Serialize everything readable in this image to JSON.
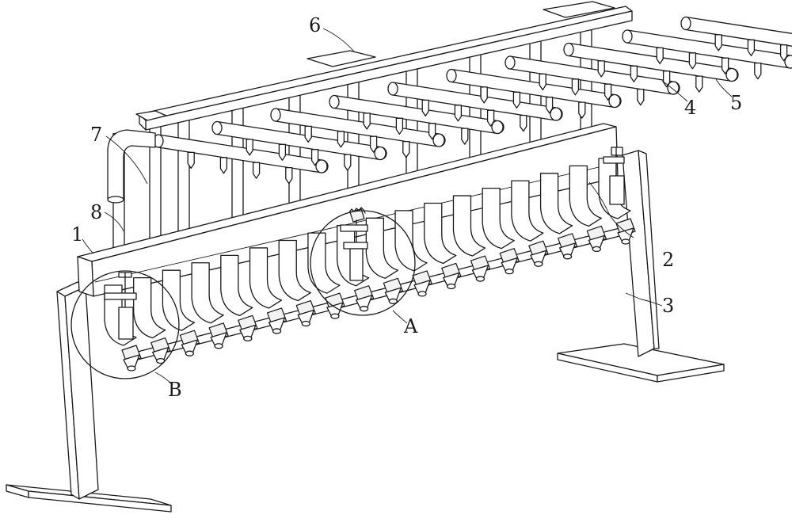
{
  "figure": {
    "part_labels": [
      {
        "id": "p1",
        "text": "1"
      },
      {
        "id": "p2",
        "text": "2"
      },
      {
        "id": "p3",
        "text": "3"
      },
      {
        "id": "p4",
        "text": "4"
      },
      {
        "id": "p5",
        "text": "5"
      },
      {
        "id": "p6",
        "text": "6"
      },
      {
        "id": "p7",
        "text": "7"
      },
      {
        "id": "p8",
        "text": "8"
      }
    ],
    "detail_labels": [
      {
        "id": "A",
        "text": "A"
      },
      {
        "id": "B",
        "text": "B"
      }
    ],
    "lower_nozzle_count": 18,
    "upper_pipe_count": 10,
    "colors": {
      "line": "#1a1a1a",
      "fill": "#ffffff",
      "shade": "#f2f2f2"
    }
  }
}
